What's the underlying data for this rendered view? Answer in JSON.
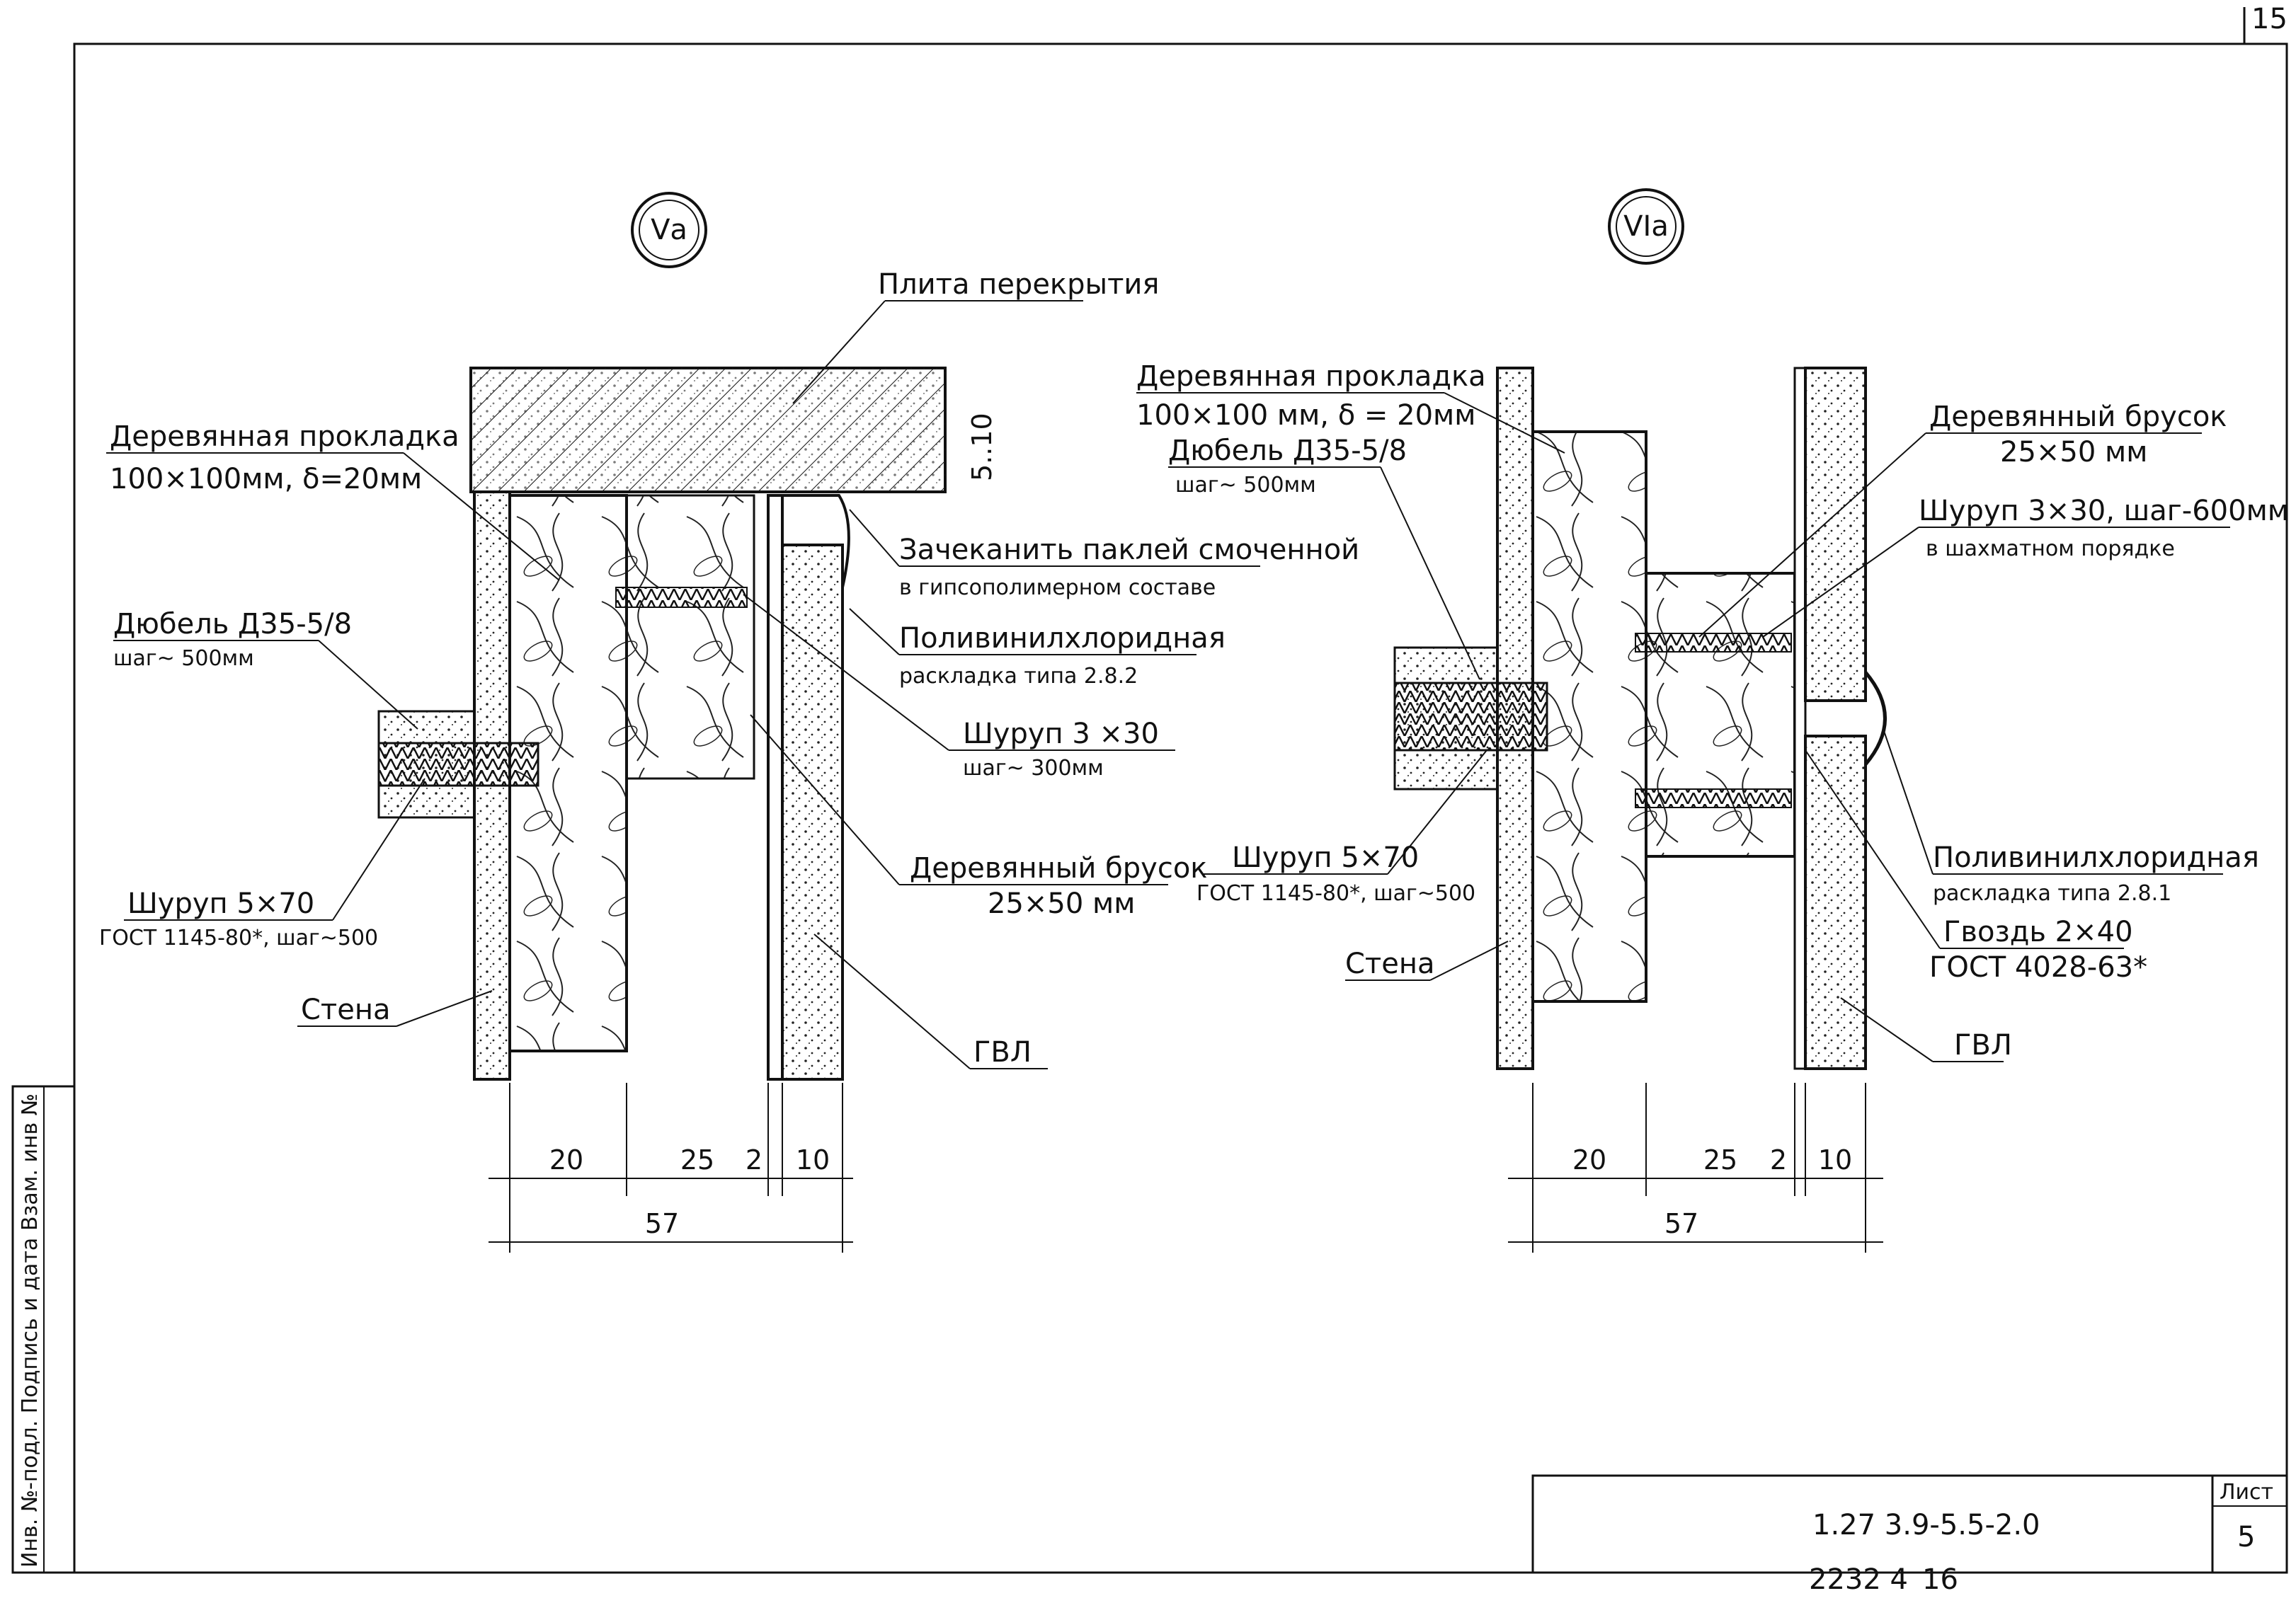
{
  "sheet": {
    "corner_page": "15",
    "side_stamp": "Инв. №-подл. Подпись и дата Взам. инв №",
    "stamp_lines": [
      "2232 4",
      "16"
    ],
    "title_block": {
      "code": "1.27 3.9-5.5-2.0",
      "sheet_label": "Лист",
      "sheet_number": "5"
    }
  },
  "detail_left": {
    "marker": "Vа",
    "labels": {
      "slab": "Плита перекрытия",
      "pad_title": "Деревянная прокладка",
      "pad_size": "100×100мм, δ=20мм",
      "gap_dim": "5..10",
      "caulk_1": "Зачеканить паклей смоченной",
      "caulk_2": "в гипсополимерном составе",
      "pvc_1": "Поливинилхлоридная",
      "pvc_2": "раскладка типа 2.8.2",
      "dowel_1": "Дюбель Д35-5/8",
      "dowel_2": "шаг~ 500мм",
      "screw_small_1": "Шуруп 3 ×30",
      "screw_small_2": "шаг~ 300мм",
      "bar_1": "Деревянный брусок",
      "bar_2": "25×50 мм",
      "screw_big_1": "Шуруп 5×70",
      "screw_big_2": "ГОСТ 1145-80*, шаг~500",
      "wall": "Стена",
      "gvl": "ГВЛ"
    },
    "dims": [
      "20",
      "25",
      "2",
      "10",
      "57"
    ]
  },
  "detail_right": {
    "marker": "VIа",
    "labels": {
      "pad_title": "Деревянная прокладка",
      "pad_size": "100×100 мм, δ = 20мм",
      "dowel_1": "Дюбель Д35-5/8",
      "dowel_2": "шаг~ 500мм",
      "bar_1": "Деревянный брусок",
      "bar_2": "25×50 мм",
      "screw_small_1": "Шуруп 3×30, шаг-600мм",
      "screw_small_2": "в шахматном порядке",
      "screw_big_1": "Шуруп 5×70",
      "screw_big_2": "ГОСТ 1145-80*, шаг~500",
      "wall": "Стена",
      "pvc_1": "Поливинилхлоридная",
      "pvc_2": "раскладка типа 2.8.1",
      "nail_1": "Гвоздь 2×40",
      "nail_2": "ГОСТ 4028-63*",
      "gvl": "ГВЛ"
    },
    "dims": [
      "20",
      "25",
      "2",
      "10",
      "57"
    ]
  }
}
